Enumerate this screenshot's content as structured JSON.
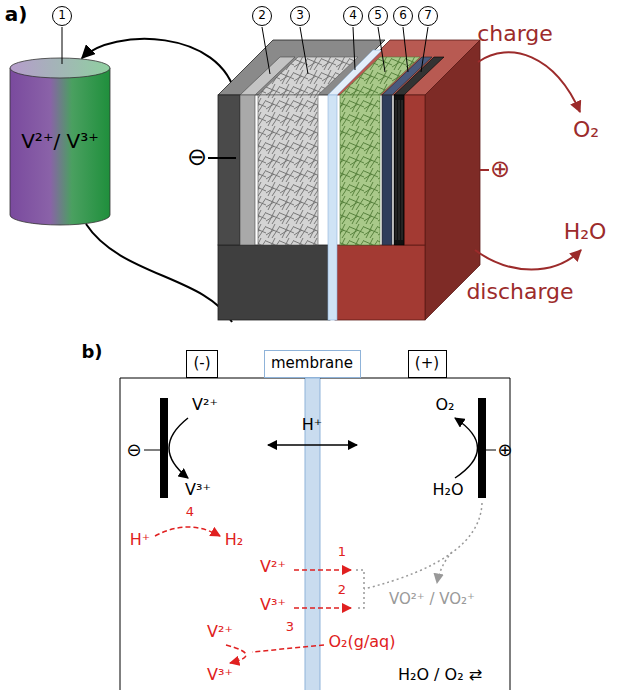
{
  "diagram": {
    "nodes": [
      {
        "text": [
          "V²⁺/ V³⁺"
        ]
      },
      {
        "text": [
          "1"
        ]
      },
      {
        "text": [
          "2"
        ]
      },
      {
        "text": [
          "3"
        ]
      },
      {
        "text": [
          "4"
        ]
      },
      {
        "text": [
          "5"
        ]
      },
      {
        "text": [
          "6"
        ]
      },
      {
        "text": [
          "7"
        ]
      },
      {
        "text": [
          "(-)"
        ]
      },
      {
        "text": [
          "membrane"
        ]
      },
      {
        "text": [
          "(+)"
        ]
      }
    ],
    "labels": [
      "a)",
      "charge",
      "O₂",
      "⊖",
      "⊕",
      "discharge",
      "H₂O",
      "b)",
      "⊖",
      "V²⁺",
      "H⁺",
      "O₂",
      "⊕",
      "V³⁺",
      "H₂O",
      "4",
      "H⁺",
      "H₂",
      "1",
      "V²⁺",
      "2",
      "V³⁺",
      "VO²⁺ / VO₂⁺",
      "3",
      "V²⁺",
      "O₂(g/aq)",
      "V³⁺",
      "H₂O / O₂ ⇄"
    ]
  }
}
